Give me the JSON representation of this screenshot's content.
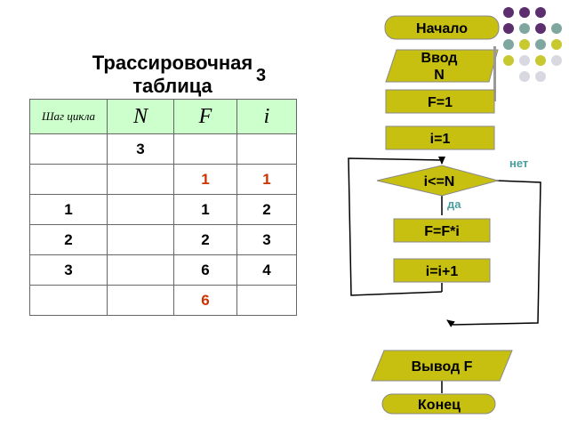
{
  "title": {
    "main": "Трассировочная таблица",
    "suffix": "3"
  },
  "table": {
    "headers": [
      "Шаг цикла",
      "N",
      "F",
      "i"
    ],
    "rows": [
      [
        "",
        "3",
        "",
        ""
      ],
      [
        "",
        "",
        "1",
        "1"
      ],
      [
        "1",
        "",
        "1",
        "2"
      ],
      [
        "2",
        "",
        "2",
        "3"
      ],
      [
        "3",
        "",
        "6",
        "4"
      ],
      [
        "",
        "",
        "6",
        ""
      ]
    ],
    "highlight_color": "#cc3300",
    "header_bg": "#ccffcc"
  },
  "flowchart": {
    "start": "Начало",
    "input_line1": "Ввод",
    "input_line2": "N",
    "assign_f": "F=1",
    "assign_i": "i=1",
    "condition": "i<=N",
    "yes_label": "да",
    "no_label": "нет",
    "multiply": "F=F*i",
    "increment": "i=i+1",
    "output": "Вывод F",
    "end": "Конец",
    "block_fill": "#c8c010",
    "label_color": "#4a9e9e"
  },
  "palette": {
    "purple": "#5c2e6e",
    "teal": "#7fa7a0",
    "yellow": "#c8c830",
    "light": "#d8d8e0"
  }
}
